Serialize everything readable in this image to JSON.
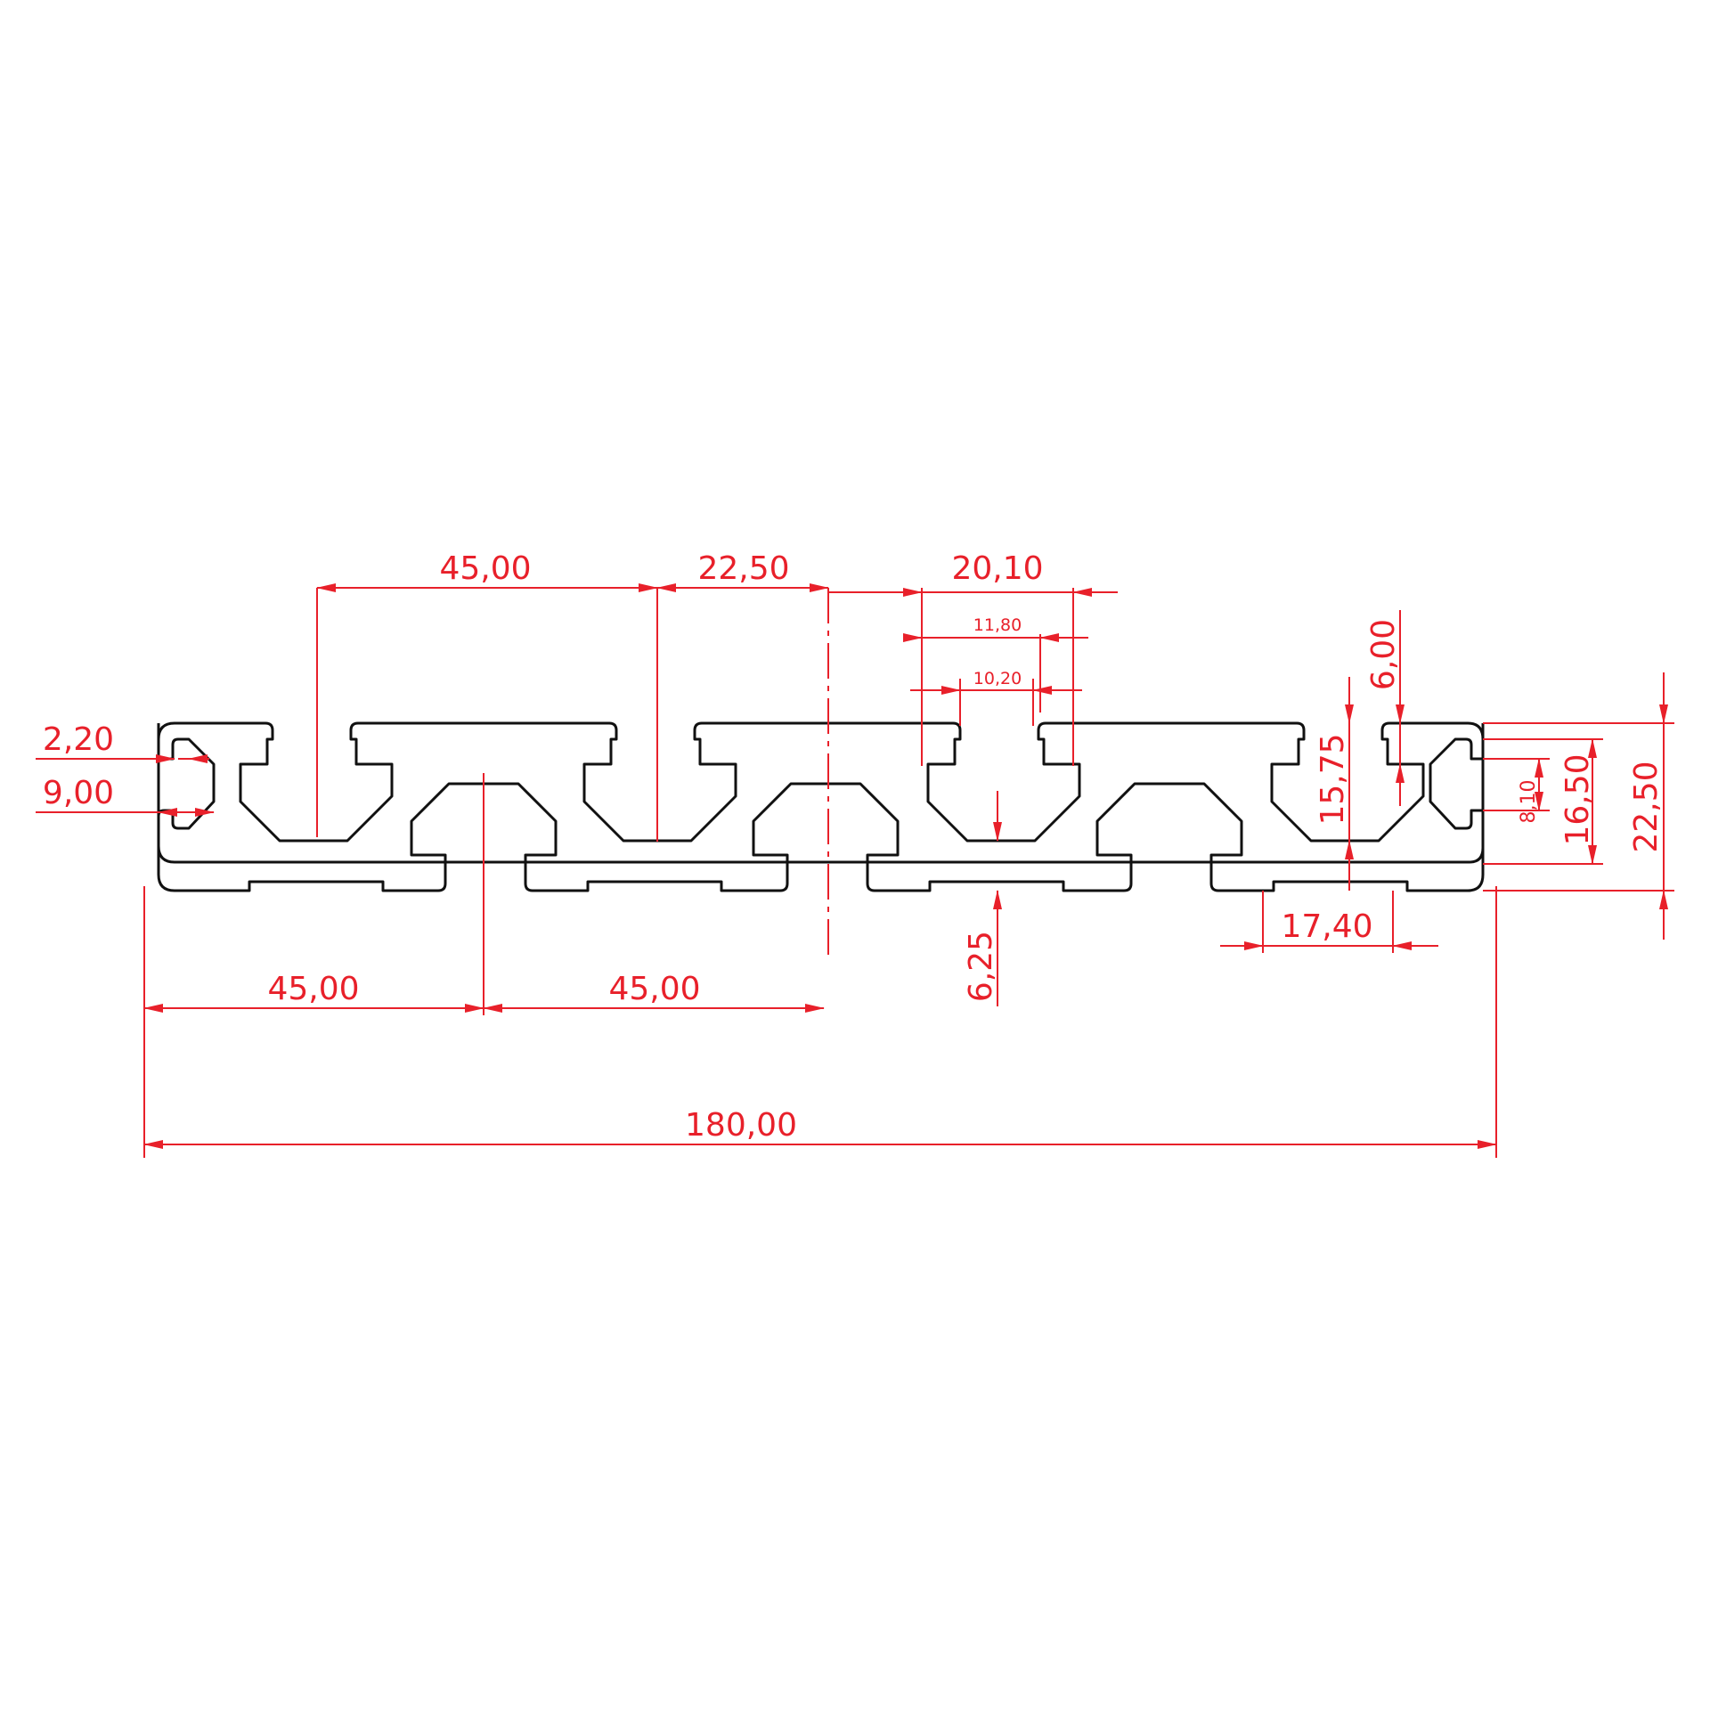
{
  "dimensions": {
    "slot_pitch_1": "45,00",
    "half_pitch": "22,50",
    "slot_outer": "20,10",
    "slot_inner_a": "11,80",
    "slot_inner_b": "10,20",
    "end_slot_depth": "6,00",
    "slot_height_1": "15,75",
    "lip_thickness": "2,20",
    "end_depth": "9,00",
    "pitch_bottom_1": "45,00",
    "pitch_bottom_2": "45,00",
    "base_thickness": "6,25",
    "base_flat": "17,40",
    "total_width": "180,00",
    "slot_opening": "8,10",
    "slot_height_2": "16,50",
    "total_height": "22,50"
  },
  "colors": {
    "dimension": "#e8202a",
    "outline": "#111111",
    "background": "#ffffff"
  }
}
